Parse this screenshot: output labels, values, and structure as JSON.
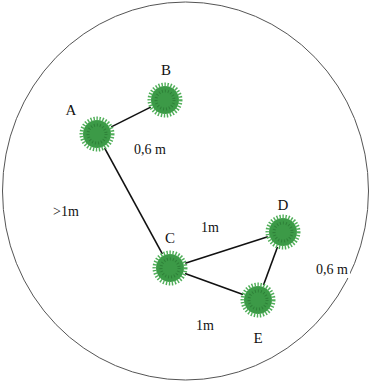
{
  "diagram": {
    "nodes": [
      {
        "text": [
          "A"
        ]
      },
      {
        "text": [
          "B"
        ]
      },
      {
        "text": [
          "C"
        ]
      },
      {
        "text": [
          "D"
        ]
      },
      {
        "text": [
          "E"
        ]
      }
    ],
    "edges": [
      {
        "from": 0,
        "to": 1,
        "arrow": "none",
        "label": "0,6 m"
      },
      {
        "from": 0,
        "to": 2,
        "arrow": "none",
        "label": ">1m"
      },
      {
        "from": 2,
        "to": 3,
        "arrow": "none",
        "label": "1m"
      },
      {
        "from": 3,
        "to": 4,
        "arrow": "none",
        "label": "0,6 m"
      },
      {
        "from": 2,
        "to": 4,
        "arrow": "none",
        "label": "1m"
      }
    ]
  }
}
